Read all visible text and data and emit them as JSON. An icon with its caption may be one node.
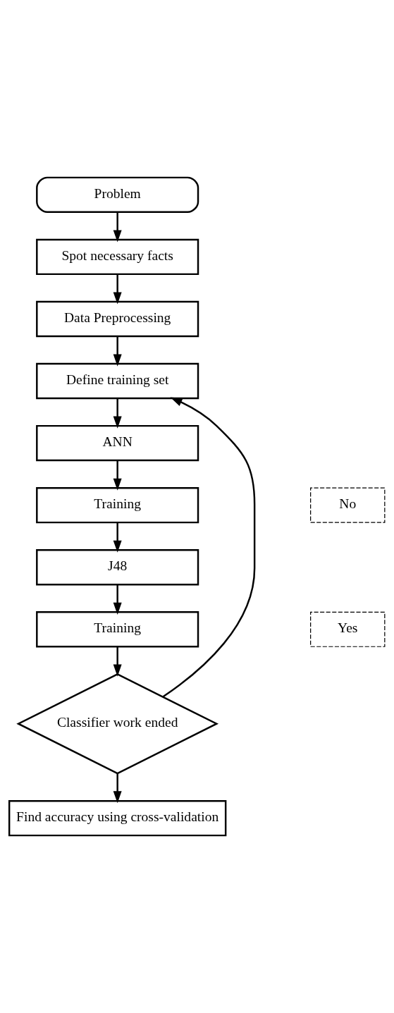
{
  "diagram": {
    "nodes": [
      {
        "text": [
          "Problem"
        ]
      },
      {
        "text": [
          "Spot necessary facts"
        ]
      },
      {
        "text": [
          "Data Preprocessing"
        ]
      },
      {
        "text": [
          "Define training set"
        ]
      },
      {
        "text": [
          "ANN"
        ]
      },
      {
        "text": [
          "Training"
        ]
      },
      {
        "text": [
          "J48"
        ]
      },
      {
        "text": [
          "Training"
        ]
      },
      {
        "text": [
          "Classifier work ended"
        ]
      },
      {
        "text": [
          "Find accuracy using cross-validation"
        ]
      },
      {
        "text": [
          "No"
        ]
      },
      {
        "text": [
          "Yes"
        ]
      }
    ],
    "edges": [
      {
        "from": 0,
        "to": 1,
        "arrow": "to"
      },
      {
        "from": 1,
        "to": 2,
        "arrow": "to"
      },
      {
        "from": 2,
        "to": 3,
        "arrow": "to"
      },
      {
        "from": 3,
        "to": 4,
        "arrow": "to"
      },
      {
        "from": 4,
        "to": 5,
        "arrow": "to"
      },
      {
        "from": 5,
        "to": 6,
        "arrow": "to"
      },
      {
        "from": 6,
        "to": 7,
        "arrow": "to"
      },
      {
        "from": 7,
        "to": 8,
        "arrow": "to"
      },
      {
        "from": 8,
        "to": 3,
        "arrow": "to"
      },
      {
        "from": 8,
        "to": 9,
        "arrow": "to"
      }
    ]
  }
}
